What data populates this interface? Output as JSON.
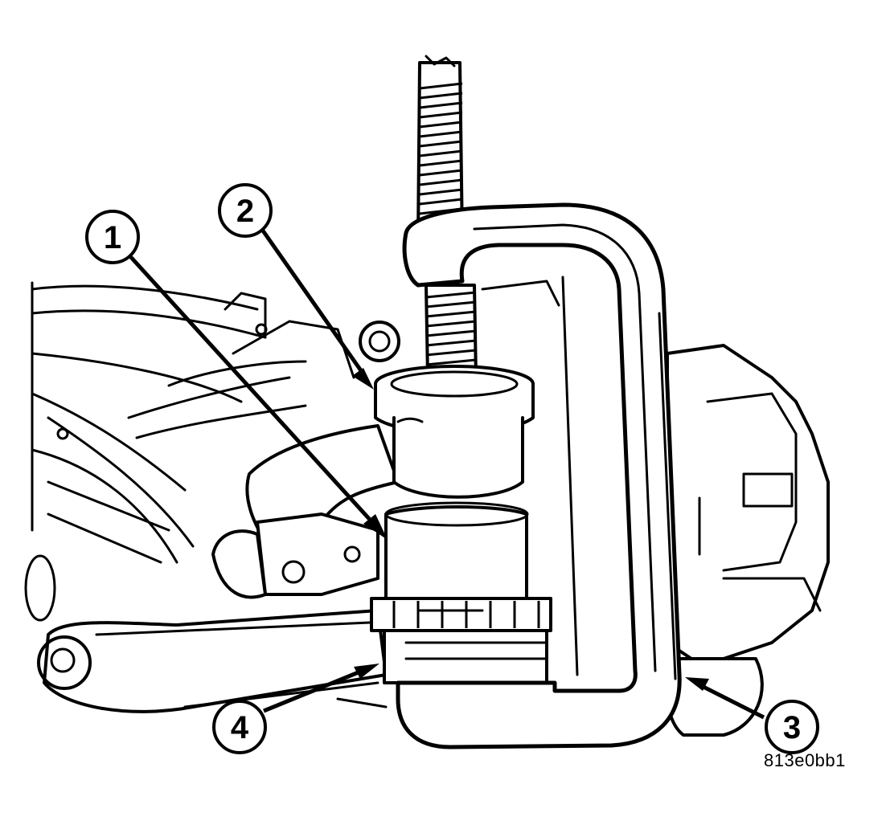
{
  "callouts": [
    {
      "id": "1",
      "label": "1"
    },
    {
      "id": "2",
      "label": "2"
    },
    {
      "id": "3",
      "label": "3"
    },
    {
      "id": "4",
      "label": "4"
    }
  ],
  "figure_code": "813e0bb1",
  "colors": {
    "ink": "#000000",
    "paper": "#ffffff"
  }
}
